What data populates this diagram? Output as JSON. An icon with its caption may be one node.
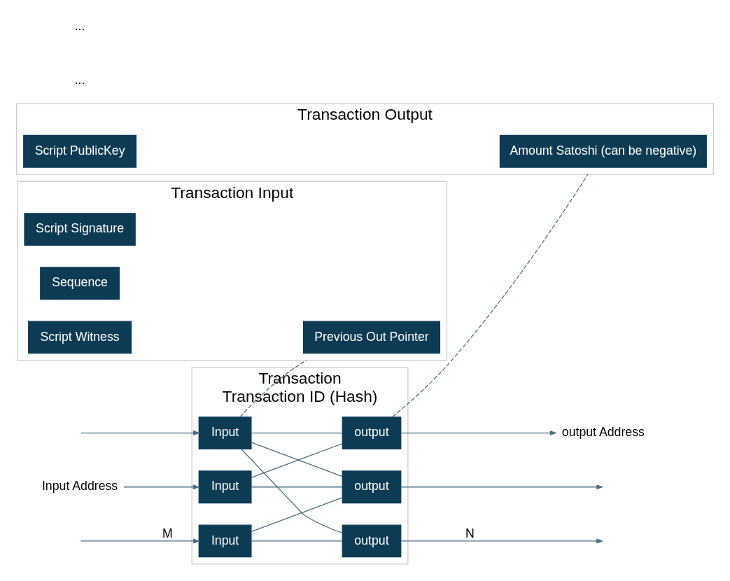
{
  "diagram": {
    "nodes": [
      {
        "text": [
          "Transaction",
          "Transaction ID (Hash)"
        ]
      },
      {
        "text": [
          "Input"
        ],
        "in": 0
      },
      {
        "text": [
          "Input"
        ],
        "in": 0
      },
      {
        "text": [
          "Input"
        ],
        "in": 0
      },
      {
        "text": [
          "output"
        ],
        "in": 0
      },
      {
        "text": [
          "output"
        ],
        "in": 0
      },
      {
        "text": [
          "output"
        ],
        "in": 0
      },
      {
        "text": [
          "Input Address"
        ]
      },
      {
        "text": [
          "output Address"
        ]
      },
      {
        "text": [
          "Transaction Input"
        ]
      },
      {
        "text": [
          "Previous Out Pointer"
        ],
        "in": 9
      },
      {
        "text": [
          "Script Signature"
        ],
        "in": 9
      },
      {
        "text": [
          "Sequence"
        ],
        "in": 9
      },
      {
        "text": [
          "Script Witness"
        ],
        "in": 9
      },
      {
        "text": [
          "Transaction Output"
        ]
      },
      {
        "text": [
          "Amount Satoshi (can be negative)"
        ],
        "in": 14
      },
      {
        "text": [
          "Script PublicKey"
        ],
        "in": 14
      }
    ],
    "edges": [
      {
        "from": null,
        "to": 1,
        "arrow": "to",
        "label": "M"
      },
      {
        "from": 7,
        "to": 2,
        "arrow": "to"
      },
      {
        "from": null,
        "to": 3,
        "arrow": "to"
      },
      {
        "from": 1,
        "to": 4,
        "arrow": "none"
      },
      {
        "from": 1,
        "to": 5,
        "arrow": "none"
      },
      {
        "from": 2,
        "to": 5,
        "arrow": "none"
      },
      {
        "from": 2,
        "to": 6,
        "arrow": "none"
      },
      {
        "from": 3,
        "to": 4,
        "arrow": "none"
      },
      {
        "from": 3,
        "to": 5,
        "arrow": "none"
      },
      {
        "from": 3,
        "to": 6,
        "arrow": "none"
      },
      {
        "from": 4,
        "to": null,
        "arrow": "to",
        "label": "N"
      },
      {
        "from": 5,
        "to": null,
        "arrow": "to"
      },
      {
        "from": 6,
        "to": 8,
        "arrow": "to"
      },
      {
        "from": 3,
        "to": 9,
        "arrow": "none",
        "style": "dashed"
      },
      {
        "from": 6,
        "to": 14,
        "arrow": "none",
        "style": "dashed"
      }
    ],
    "labels": [
      "...",
      "..."
    ]
  }
}
